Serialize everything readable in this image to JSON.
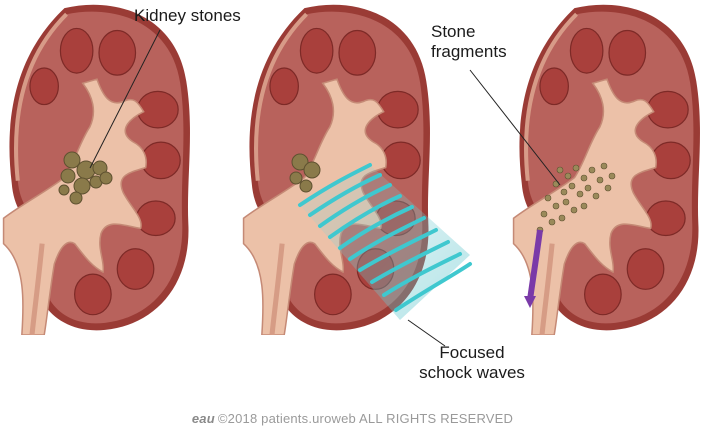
{
  "labels": {
    "kidney_stones": "Kidney stones",
    "stone_fragments_line1": "Stone",
    "stone_fragments_line2": "fragments",
    "shock_waves_line1": "Focused",
    "shock_waves_line2": "schock waves"
  },
  "footer": {
    "logo": "eau",
    "copyright": "©2018 patients.uroweb ALL RIGHTS RESERVED"
  },
  "colors": {
    "kidney_outer": "#9a3b35",
    "kidney_cortex": "#b8625c",
    "capsule": "#d79b88",
    "pyramid": "#a9403c",
    "collecting_system": "#ecc1a8",
    "ureter": "#e2ad95",
    "stone": "#8a7a4a",
    "shock_wave": "#3fc8cf",
    "urine_flow": "#7a3aa8"
  }
}
